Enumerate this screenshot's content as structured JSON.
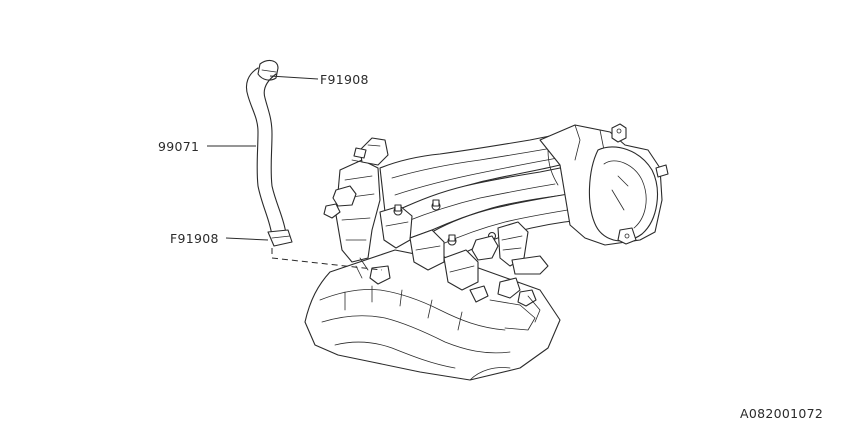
{
  "labels": {
    "clamp_upper": "F91908",
    "hose": "99071",
    "clamp_lower": "F91908",
    "diagram_code": "A082001072"
  }
}
